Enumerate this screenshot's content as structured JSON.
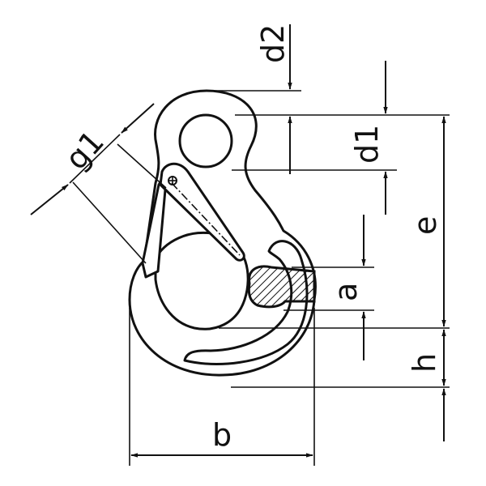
{
  "diagram": {
    "labels": {
      "d2": "d2",
      "d1": "d1",
      "g1": "g1",
      "e": "e",
      "a": "a",
      "h": "h",
      "b": "b"
    },
    "colors": {
      "line": "#111111",
      "background": "#ffffff",
      "hatch": "#111111"
    }
  }
}
